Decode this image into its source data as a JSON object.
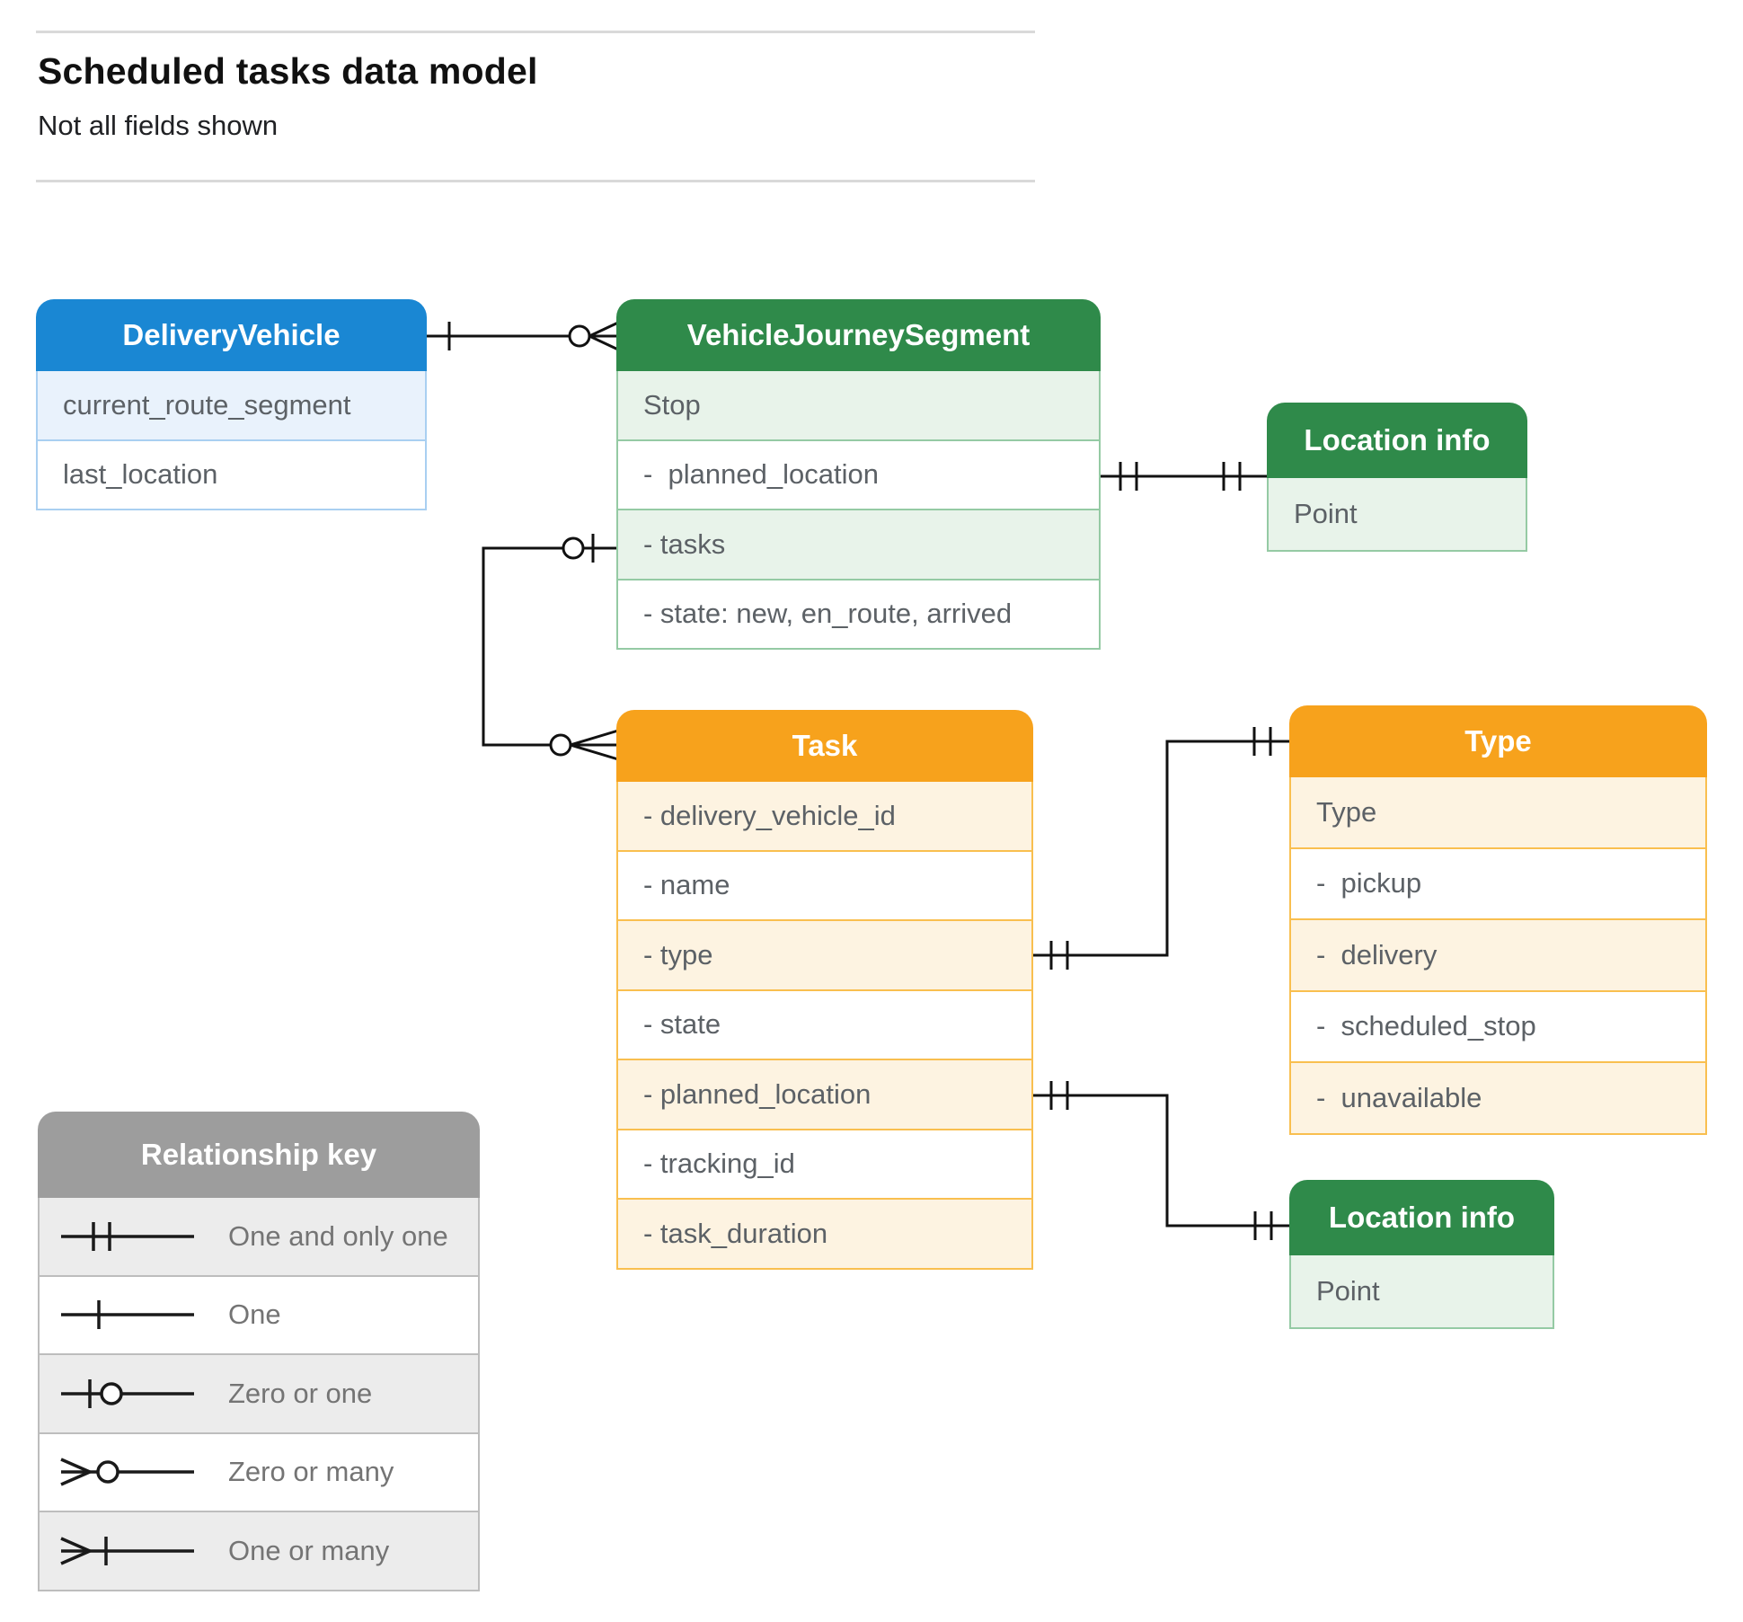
{
  "page": {
    "title": "Scheduled tasks data model",
    "subtitle": "Not all fields shown"
  },
  "colors": {
    "blue_header": "#1a87d3",
    "green_header": "#2f8a4a",
    "orange_header": "#f7a21c",
    "gray_header": "#9d9d9d",
    "connector": "#111111",
    "field_text": "#5c6166"
  },
  "entities": {
    "delivery_vehicle": {
      "title": "DeliveryVehicle",
      "rows": [
        "current_route_segment",
        "last_location"
      ]
    },
    "vehicle_journey_segment": {
      "title": "VehicleJourneySegment",
      "rows": [
        "Stop",
        "-  planned_location",
        "- tasks",
        "- state: new, en_route, arrived"
      ]
    },
    "location_info_top": {
      "title": "Location info",
      "rows": [
        "Point"
      ]
    },
    "task": {
      "title": "Task",
      "rows": [
        "- delivery_vehicle_id",
        "- name",
        "- type",
        "- state",
        "- planned_location",
        "- tracking_id",
        "- task_duration"
      ]
    },
    "type": {
      "title": "Type",
      "rows": [
        "Type",
        "-  pickup",
        "-  delivery",
        "-  scheduled_stop",
        "-  unavailable"
      ]
    },
    "location_info_bottom": {
      "title": "Location info",
      "rows": [
        "Point"
      ]
    }
  },
  "relationships": [
    {
      "from": "DeliveryVehicle",
      "to": "VehicleJourneySegment",
      "from_cardinality": "one",
      "to_cardinality": "zero-or-many"
    },
    {
      "from": "VehicleJourneySegment.planned_location",
      "to": "Location info (top)",
      "from_cardinality": "one-and-only-one",
      "to_cardinality": "one-and-only-one"
    },
    {
      "from": "VehicleJourneySegment.tasks",
      "to": "Task",
      "from_cardinality": "zero-or-one",
      "to_cardinality": "zero-or-many"
    },
    {
      "from": "Task.type",
      "to": "Type",
      "from_cardinality": "one-and-only-one",
      "to_cardinality": "one-and-only-one"
    },
    {
      "from": "Task.planned_location",
      "to": "Location info (bottom)",
      "from_cardinality": "one-and-only-one",
      "to_cardinality": "one-and-only-one"
    }
  ],
  "legend": {
    "title": "Relationship key",
    "items": [
      {
        "symbol": "one-and-only-one-icon",
        "label": "One and only one"
      },
      {
        "symbol": "one-icon",
        "label": "One"
      },
      {
        "symbol": "zero-or-one-icon",
        "label": "Zero or one"
      },
      {
        "symbol": "zero-or-many-icon",
        "label": "Zero or many"
      },
      {
        "symbol": "one-or-many-icon",
        "label": "One or many"
      }
    ]
  }
}
